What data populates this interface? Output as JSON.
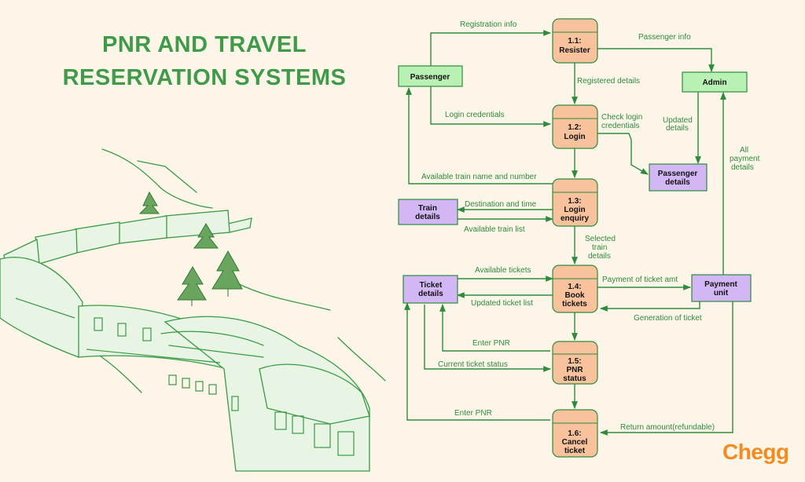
{
  "title": {
    "line1": "PNR AND TRAVEL",
    "line2": "RESERVATION SYSTEMS"
  },
  "logo": "Chegg",
  "colors": {
    "accent": "#3f9a4a",
    "process": "#f8c29d",
    "entity": "#b9f1b5",
    "store": "#d3b7f5",
    "logo": "#f58a1f",
    "background": "#fdf5e7"
  },
  "nodes": {
    "p11": {
      "num": "1.1:",
      "l1": "Resister"
    },
    "p12": {
      "num": "1.2:",
      "l1": "Login"
    },
    "p13": {
      "num": "1.3:",
      "l1": "Login",
      "l2": "enquiry"
    },
    "p14": {
      "num": "1.4:",
      "l1": "Book",
      "l2": "tickets"
    },
    "p15": {
      "num": "1.5:",
      "l1": "PNR",
      "l2": "status"
    },
    "p16": {
      "num": "1.6:",
      "l1": "Cancel",
      "l2": "ticket"
    },
    "passenger": "Passenger",
    "admin": "Admin",
    "passenger_details": {
      "l1": "Passenger",
      "l2": "details"
    },
    "train_details": {
      "l1": "Train",
      "l2": "details"
    },
    "ticket_details": {
      "l1": "Ticket",
      "l2": "details"
    },
    "payment_unit": {
      "l1": "Payment",
      "l2": "unit"
    }
  },
  "flows": {
    "registration_info": "Registration info",
    "passenger_info": "Passenger info",
    "registered_details": "Registered details",
    "updated_details_1": "Updated",
    "updated_details_2": "details",
    "login_credentials": "Login credentials",
    "check_login_1": "Check login",
    "check_login_2": "credentials",
    "all_payment_1": "All",
    "all_payment_2": "payment",
    "all_payment_3": "details",
    "available_train_name": "Available train name and number",
    "destination_time": "Destination and time",
    "available_train_list": "Available train list",
    "selected_1": "Selected",
    "selected_2": "train",
    "selected_3": "details",
    "available_tickets": "Available tickets",
    "payment_of_ticket": "Payment of ticket amt",
    "updated_ticket_list": "Updated ticket list",
    "generation_of_ticket": "Generation of ticket",
    "enter_pnr_1": "Enter PNR",
    "current_ticket_status": "Current ticket status",
    "enter_pnr_2": "Enter PNR",
    "return_amount": "Return amount(refundable)"
  }
}
